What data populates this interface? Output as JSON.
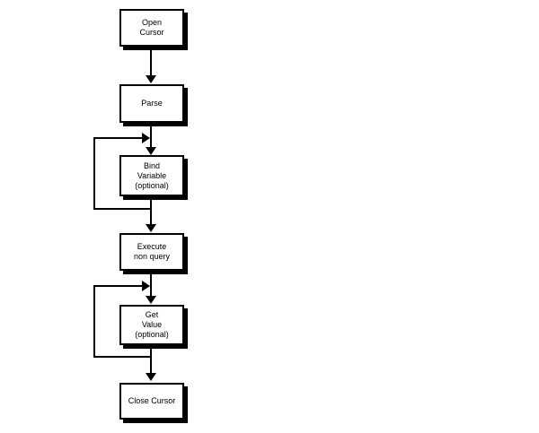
{
  "diagram": {
    "type": "flowchart",
    "background": "#ffffff",
    "colors": {
      "line": "#000000",
      "box_fill": "#ffffff",
      "box_border": "#000000",
      "box_shadow": "#000000",
      "text": "#000000"
    },
    "nodes": [
      {
        "id": "open-cursor",
        "label": "Open\nCursor"
      },
      {
        "id": "parse",
        "label": "Parse"
      },
      {
        "id": "bind-variable",
        "label": "Bind\nVariable\n(optional)"
      },
      {
        "id": "execute",
        "label": "Execute\nnon query"
      },
      {
        "id": "get-value",
        "label": "Get\nValue\n(optional)"
      },
      {
        "id": "close-cursor",
        "label": "Close Cursor"
      }
    ],
    "edges": [
      {
        "from": "open-cursor",
        "to": "parse"
      },
      {
        "from": "parse",
        "to": "bind-variable"
      },
      {
        "from": "bind-variable",
        "to": "bind-variable",
        "type": "loop-back"
      },
      {
        "from": "bind-variable",
        "to": "execute"
      },
      {
        "from": "execute",
        "to": "get-value"
      },
      {
        "from": "get-value",
        "to": "get-value",
        "type": "loop-back"
      },
      {
        "from": "get-value",
        "to": "close-cursor"
      }
    ]
  }
}
